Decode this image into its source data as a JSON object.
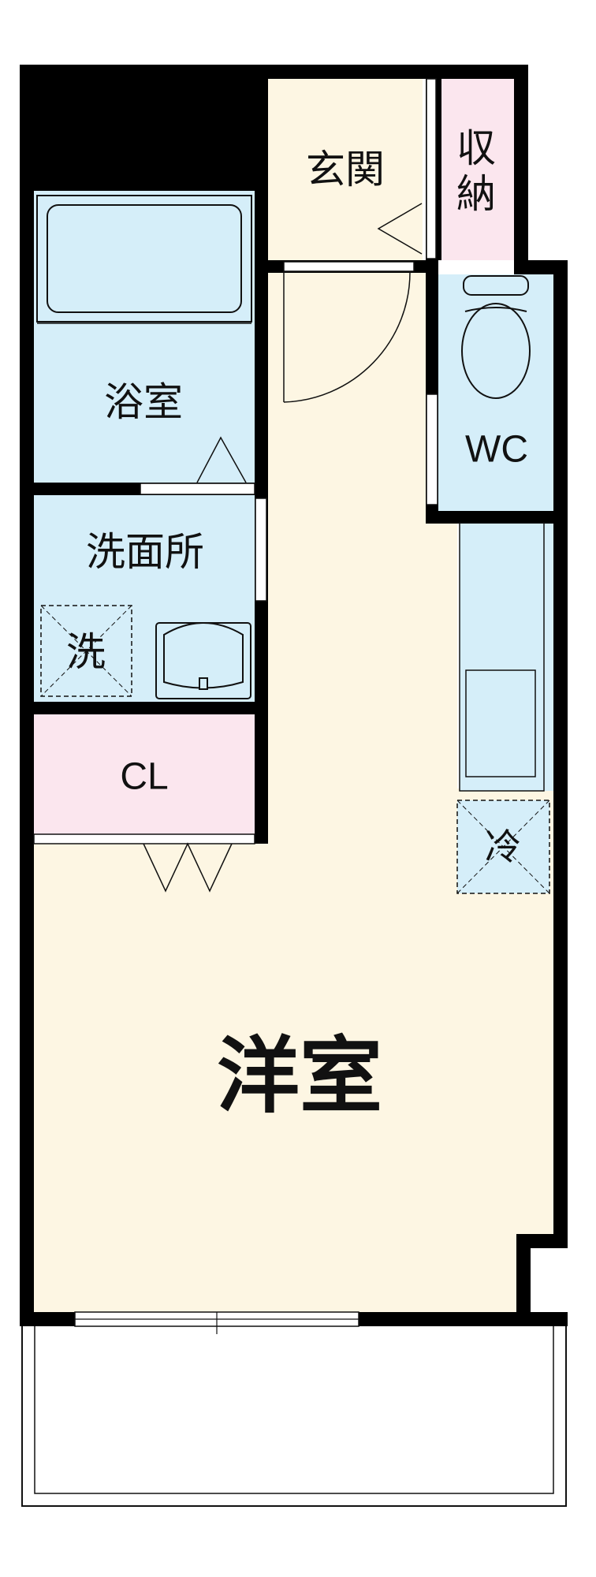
{
  "colors": {
    "wall": "#000000",
    "wet": "#d5eef9",
    "storage": "#fbe6ee",
    "floor": "#fdf6e3",
    "balcony": "#ffffff"
  },
  "rooms": {
    "entrance": "玄関",
    "storage": "収納",
    "bath": "浴室",
    "wc": "WC",
    "washroom": "洗面所",
    "washer": "洗",
    "closet": "CL",
    "fridge": "冷",
    "western": "洋室"
  },
  "icons": [
    "bathtub-icon",
    "toilet-icon",
    "sink-icon",
    "kitchen-counter-icon",
    "door-swing-icon"
  ]
}
